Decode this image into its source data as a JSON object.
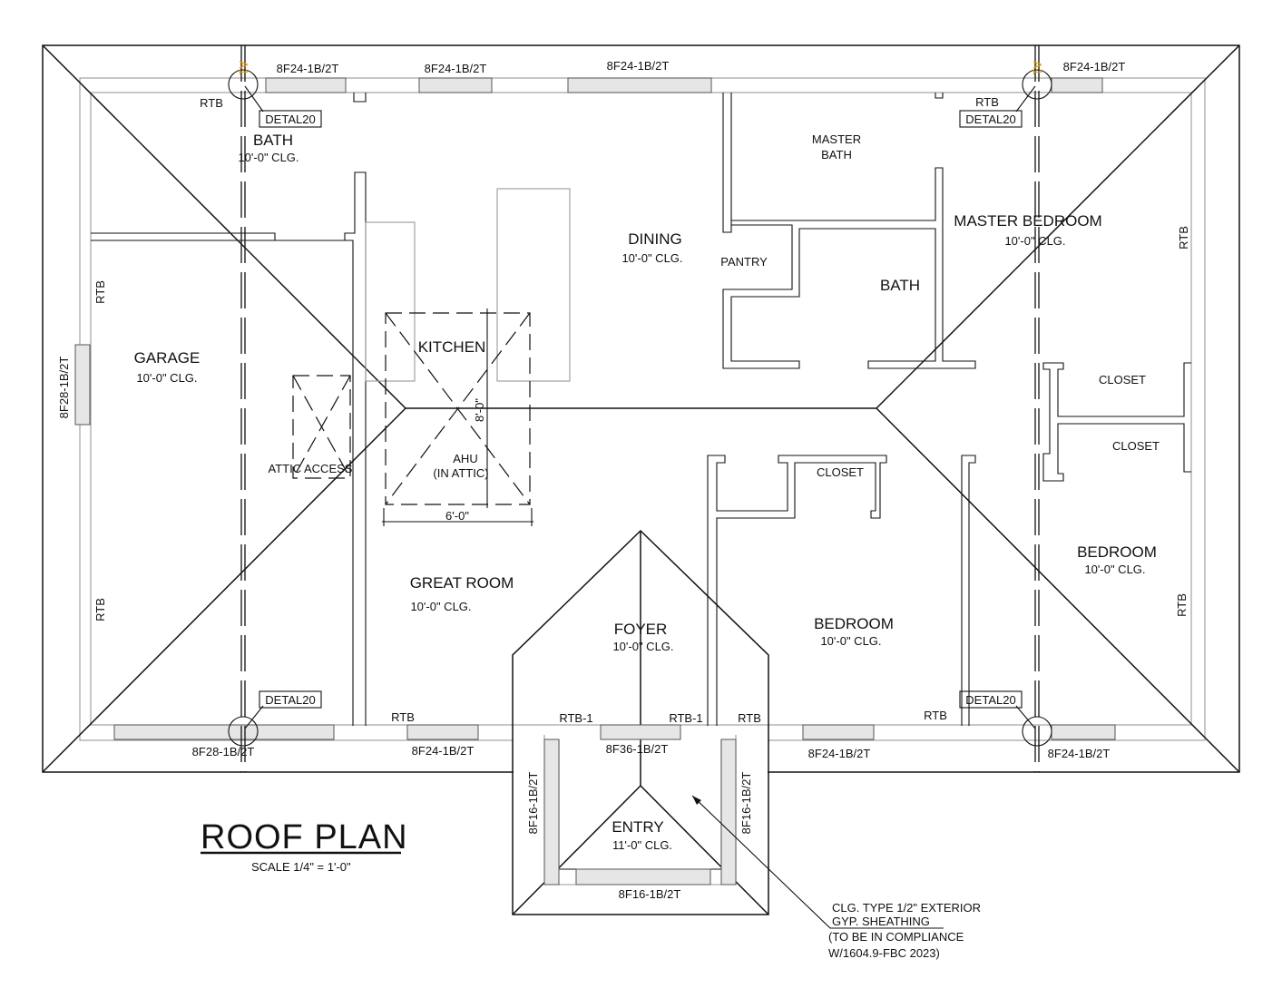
{
  "title": {
    "main": "ROOF PLAN",
    "scale": "SCALE 1/4\" = 1'-0\""
  },
  "grid_marks": {
    "a1_left": "A1",
    "a1_right": "A1"
  },
  "details": {
    "d1": "DETAL20",
    "d2": "DETAL20",
    "d3": "DETAL20",
    "d4": "DETAL20"
  },
  "headers": {
    "top1": "8F24-1B/2T",
    "top2": "8F24-1B/2T",
    "top3": "8F24-1B/2T",
    "top4": "8F24-1B/2T",
    "left": "8F28-1B/2T",
    "bot1": "8F28-1B/2T",
    "bot2": "8F24-1B/2T",
    "bot3": "8F36-1B/2T",
    "bot4": "8F24-1B/2T",
    "bot5": "8F24-1B/2T",
    "entry_left": "8F16-1B/2T",
    "entry_right": "8F16-1B/2T",
    "entry_bottom": "8F16-1B/2T"
  },
  "rtb": {
    "r1": "RTB",
    "r2": "RTB",
    "r3": "RTB",
    "r4": "RTB",
    "r5": "RTB",
    "r6": "RTB",
    "r7": "RTB",
    "r8": "RTB",
    "r9": "RTB",
    "rtb1a": "RTB-1",
    "rtb1b": "RTB-1"
  },
  "rooms": {
    "bath1": {
      "name": "BATH",
      "clg": "10'-0\" CLG."
    },
    "master_bath": {
      "line1": "MASTER",
      "line2": "BATH"
    },
    "dining": {
      "name": "DINING",
      "clg": "10'-0\" CLG."
    },
    "pantry": {
      "name": "PANTRY"
    },
    "master_bedroom": {
      "name": "MASTER BEDROOM",
      "clg": "10'-0\" CLG."
    },
    "bath2": {
      "name": "BATH"
    },
    "kitchen": {
      "name": "KITCHEN"
    },
    "garage": {
      "name": "GARAGE",
      "clg": "10'-0\" CLG."
    },
    "closet1": {
      "name": "CLOSET"
    },
    "closet2": {
      "name": "CLOSET"
    },
    "closet3": {
      "name": "CLOSET"
    },
    "ahu": {
      "line1": "AHU",
      "line2": "(IN  ATTIC)"
    },
    "attic_access": {
      "name": "ATTIC ACCESS"
    },
    "great_room": {
      "name": "GREAT ROOM",
      "clg": "10'-0\" CLG."
    },
    "foyer": {
      "name": "FOYER",
      "clg": "10'-0\" CLG."
    },
    "bedroom1": {
      "name": "BEDROOM",
      "clg": "10'-0\" CLG."
    },
    "bedroom2": {
      "name": "BEDROOM",
      "clg": "10'-0\" CLG."
    },
    "entry": {
      "name": "ENTRY",
      "clg": "11'-0\" CLG."
    }
  },
  "dimensions": {
    "ahu_height": "8'-0\"",
    "ahu_width": "6'-0\""
  },
  "note": {
    "line1": "CLG. TYPE 1/2\" EXTERIOR",
    "line2": "GYP. SHEATHING",
    "line3": "(TO BE IN COMPLIANCE",
    "line4": "W/1604.9-FBC 2023)"
  },
  "colors": {
    "grid_mark": "#f0a000",
    "line": "#111111",
    "header_fill": "#e6e6e6"
  }
}
